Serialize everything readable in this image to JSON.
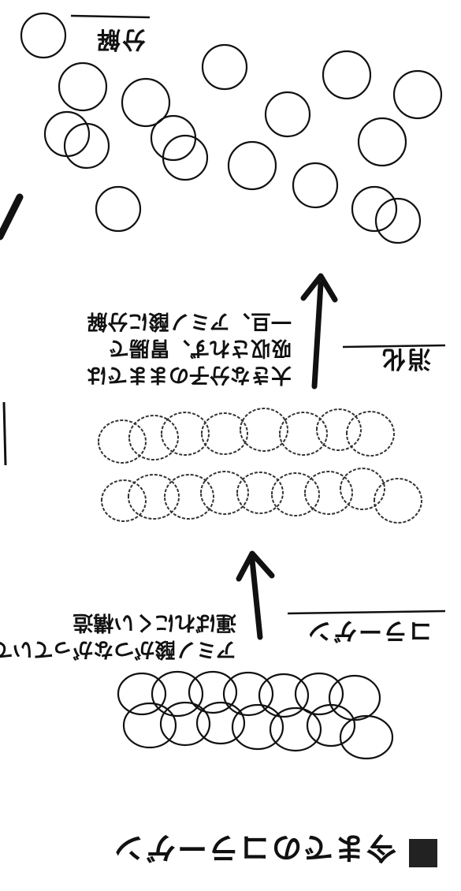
{
  "title": "今までのコラーゲン",
  "stages": [
    {
      "heading": "コラーゲン",
      "note_lines": [
        "アミノ酸がつながっていて",
        "運ばれにくい構造"
      ]
    },
    {
      "heading": "消化",
      "note_lines": [
        "大きな分子のままでは",
        "吸収されず、胃腸で",
        "一旦、アミノ酸に分解"
      ]
    },
    {
      "heading": "分解",
      "note_lines": []
    }
  ],
  "colors": {
    "ink": "#111111",
    "square": "#222222",
    "paper": "#ffffff"
  }
}
